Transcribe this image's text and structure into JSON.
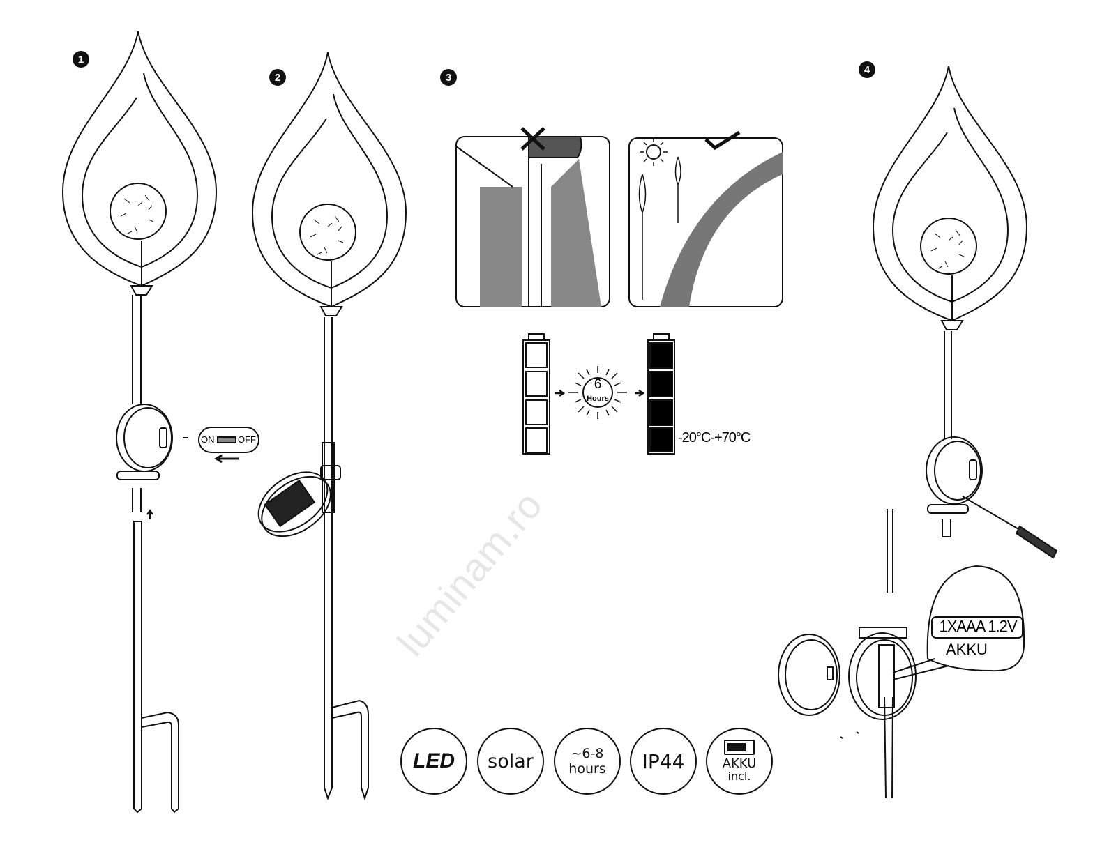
{
  "steps": [
    "1",
    "2",
    "3",
    "4"
  ],
  "switch": {
    "on": "ON",
    "off": "OFF"
  },
  "charge": {
    "value": "6",
    "unit": "Hours"
  },
  "temperature": "-20°C-+70°C",
  "battery": {
    "label": "1XAAA 1.2V",
    "type": "AKKU"
  },
  "badges": {
    "led": "LED",
    "solar": "solar",
    "hours_top": "~6-8",
    "hours_bottom": "hours",
    "ip": "IP44",
    "akku_top": "AKKU",
    "akku_bottom": "incl."
  },
  "watermark": "luminam.ro",
  "colors": {
    "ink": "#111111",
    "shade": "#777777"
  }
}
